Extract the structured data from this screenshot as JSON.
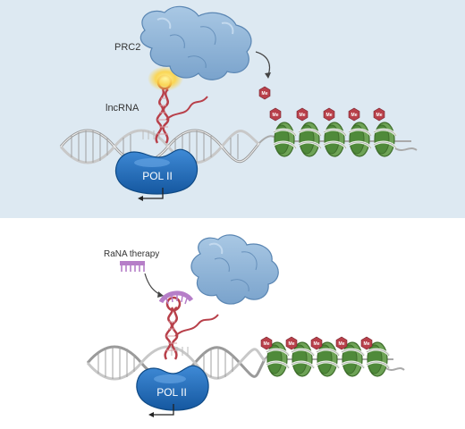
{
  "panels": {
    "top": {
      "background": "#dde9f2",
      "prc2_label": "PRC2",
      "lncrna_label": "lncRNA",
      "pol_label": "POL II",
      "me_label": "Me"
    },
    "bottom": {
      "background": "#ffffff",
      "therapy_label": "RaNA therapy",
      "pol_label": "POL II",
      "me_label": "Me"
    }
  },
  "colors": {
    "prc2_fill": "#8fb3d6",
    "prc2_stroke": "#5a86b3",
    "rna": "#b8404a",
    "pol_fill": "#1d6fbf",
    "me_fill": "#b8404a",
    "nucleosome": "#4f8a3a",
    "therapy": "#b67ec8",
    "glow": "#ffd23a"
  }
}
